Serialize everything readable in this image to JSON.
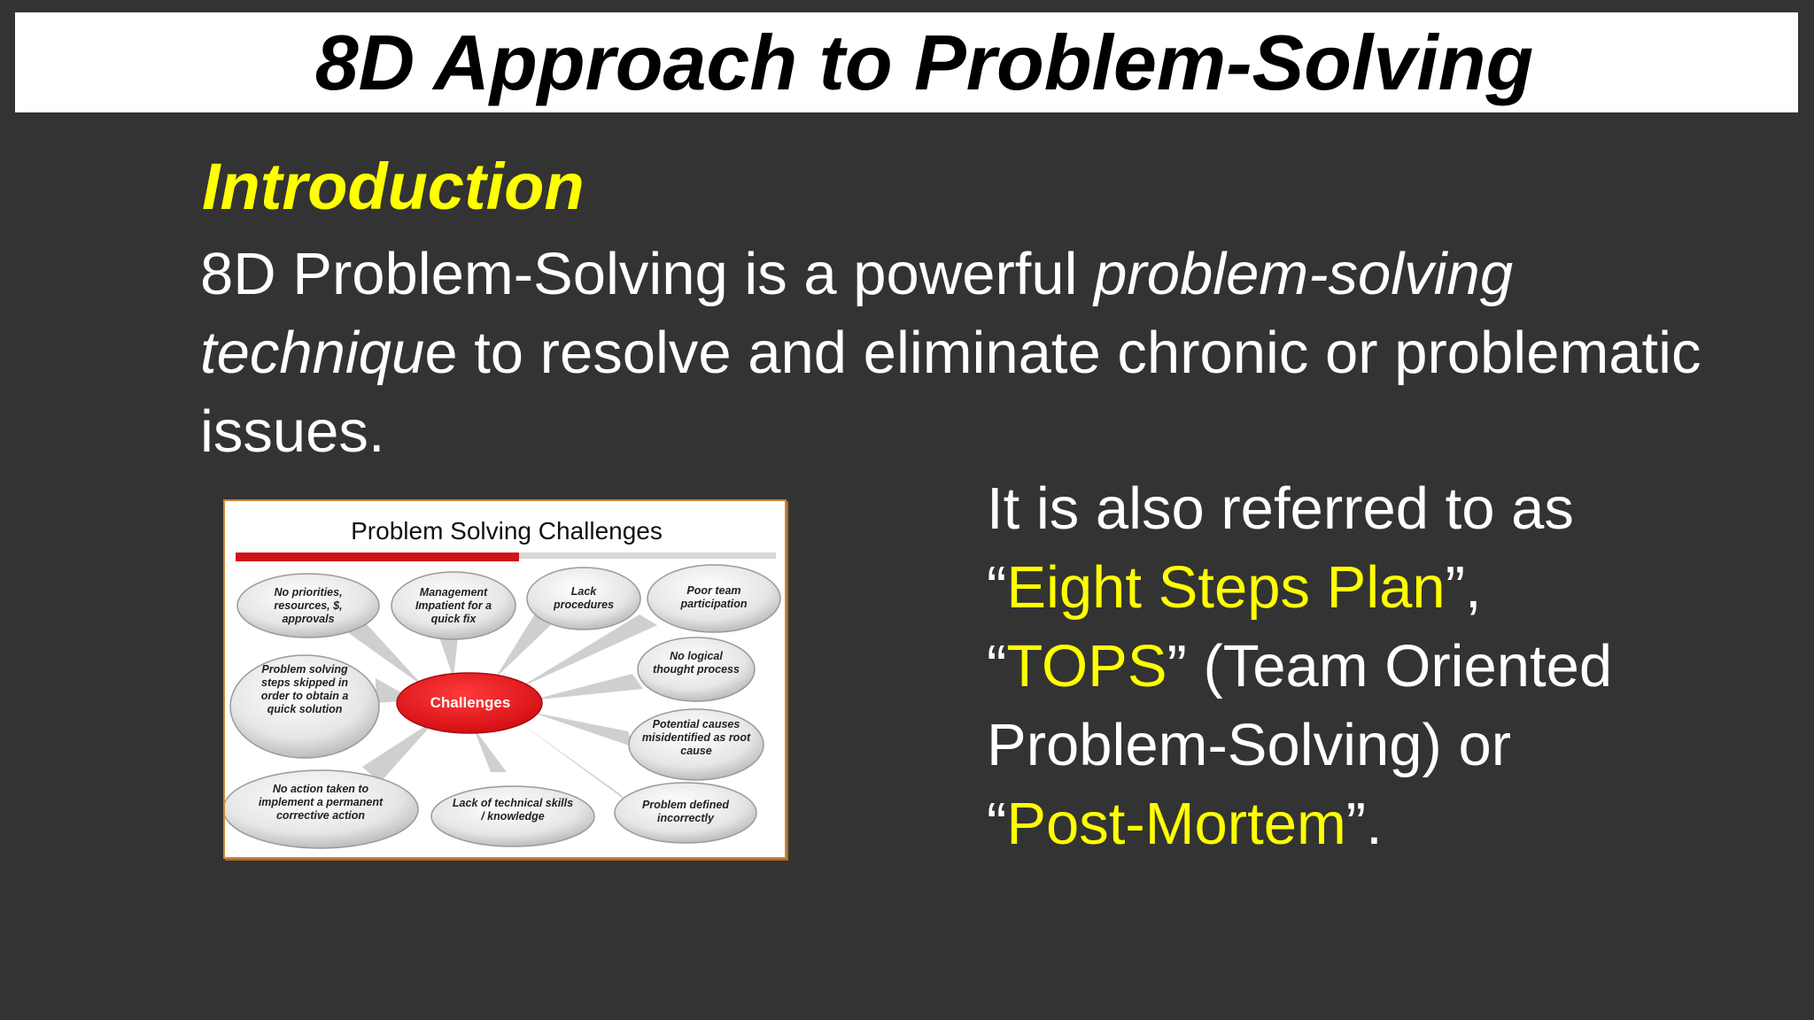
{
  "slide": {
    "title": "8D Approach to Problem-Solving",
    "heading": "Introduction",
    "intro": {
      "part1": "8D Problem-Solving is a powerful ",
      "italic": "problem-solving techniqu",
      "part2": "e to resolve and eliminate chronic or problematic issues."
    },
    "aka": {
      "lead": "It is also referred to as",
      "q1_open": "“",
      "name1": "Eight Steps Plan",
      "q1_close": "”,",
      "q2_open": "“",
      "name2": "TOPS",
      "q2_close": "” (Team Oriented Problem-Solving) or",
      "q3_open": "“",
      "name3": "Post-Mortem",
      "q3_close": "”."
    }
  },
  "diagram": {
    "title": "Problem Solving Challenges",
    "center": "Challenges",
    "bubbles": [
      "No priorities, resources, $, approvals",
      "Management Impatient for a quick fix",
      "Lack procedures",
      "Poor team participation",
      "Problem solving steps skipped in order to obtain a quick solution",
      "No logical thought process",
      "Potential causes misidentified as root cause",
      "No action taken to implement a permanent corrective action",
      "Lack of technical skills / knowledge",
      "Problem defined incorrectly"
    ]
  },
  "colors": {
    "background": "#333333",
    "accent": "#ffff00",
    "challenge_red": "#e8141b"
  }
}
